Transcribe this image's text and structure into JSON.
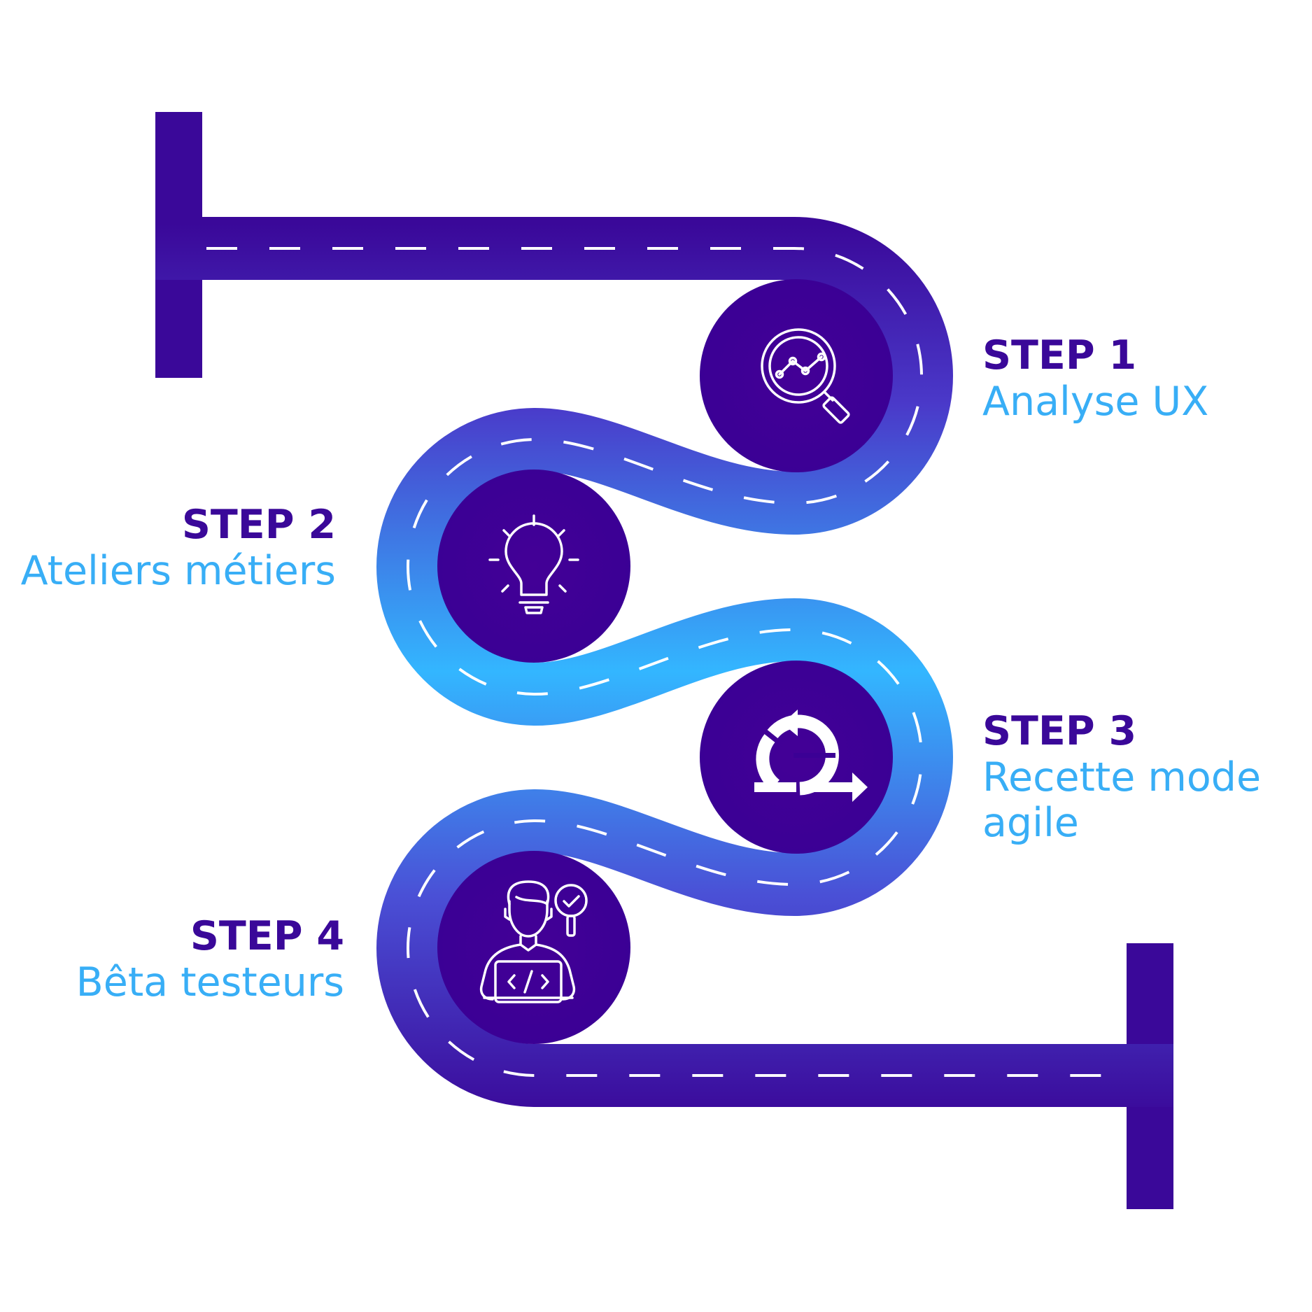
{
  "colors": {
    "road_dark": "#3a0899",
    "road_light": "#33b6ff",
    "circle": "#3b0095",
    "title": "#3a0899",
    "subtitle": "#38aef6",
    "dash": "#ffffff",
    "icon_stroke": "#ffffff"
  },
  "steps": [
    {
      "title": "STEP 1",
      "subtitle": "Analyse UX",
      "icon": "analytics-magnifier-icon"
    },
    {
      "title": "STEP 2",
      "subtitle": "Ateliers métiers",
      "icon": "lightbulb-icon"
    },
    {
      "title": "STEP 3",
      "subtitle": "Recette mode",
      "subtitle2": "agile",
      "icon": "agile-cycle-icon"
    },
    {
      "title": "STEP 4",
      "subtitle": "Bêta testeurs",
      "icon": "developer-tester-icon"
    }
  ]
}
